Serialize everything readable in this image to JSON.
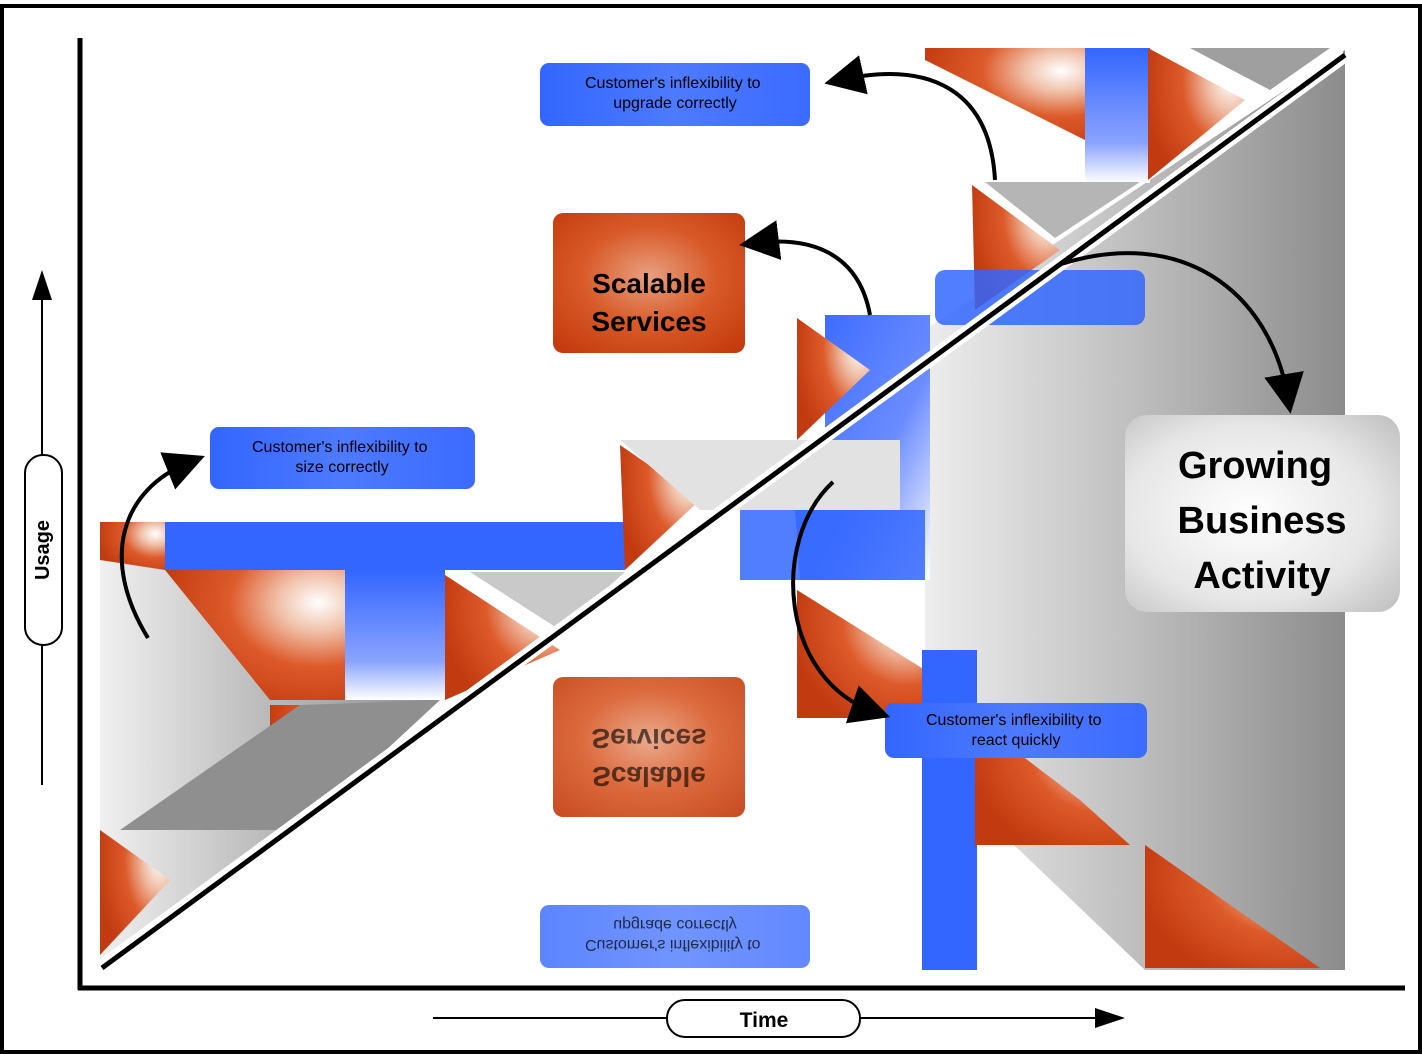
{
  "axes": {
    "y_label": "Usage",
    "x_label": "Time"
  },
  "callouts": {
    "size": "Customer's inflexibility to size correctly",
    "upgrade": "Customer's inflexibility to upgrade correctly",
    "react": "Customer's inflexibility to react quickly",
    "upgrade_mirror": "Customer's inflexibility to upgrade correctly"
  },
  "services": {
    "top_line1": "Scalable",
    "top_line2": "Services",
    "bottom_line1": "Scalable",
    "bottom_line2": "Services"
  },
  "growth": {
    "line1": "Growing",
    "line2": "Business",
    "line3": "Activity"
  },
  "colors": {
    "red": "#cc3300",
    "blue": "#3366ff",
    "gray": "#9a9a9a",
    "black": "#000000"
  }
}
